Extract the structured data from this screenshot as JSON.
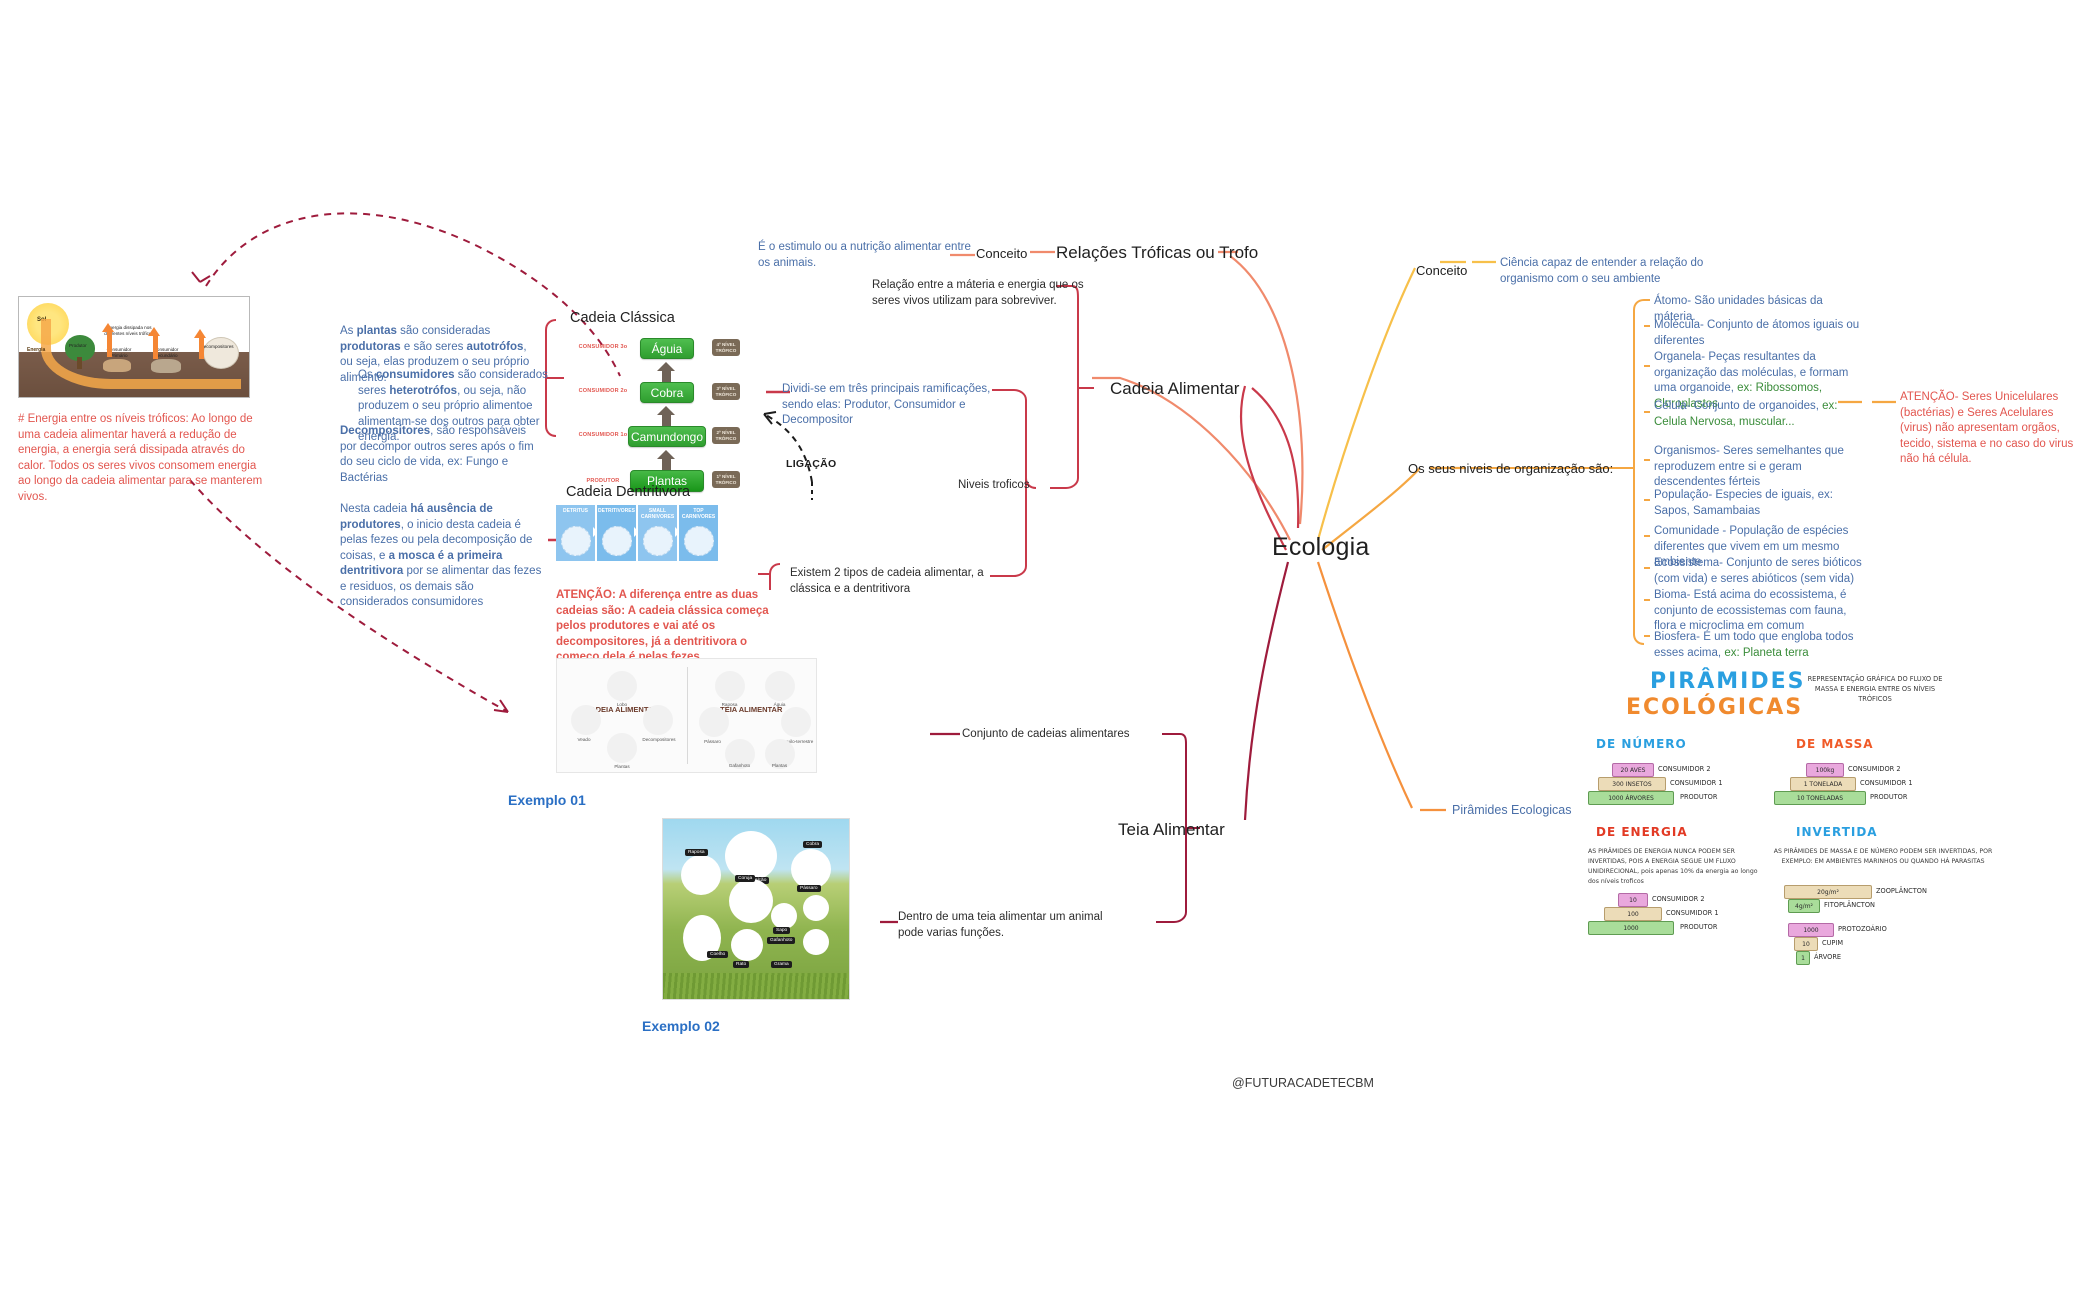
{
  "center": {
    "title": "Ecologia"
  },
  "footer": {
    "handle": "@FUTURACADETECBM"
  },
  "branches": {
    "relacoes_troficas": {
      "label": "Relações Tróficas ou Trofo",
      "conceito_label": "Conceito",
      "conceito_text": "É o estimulo ou a nutrição alimentar entre os animais."
    },
    "cadeia_alimentar": {
      "label": "Cadeia Alimentar",
      "definition": "Relação entre a máteria e energia que os seres vivos utilizam para sobreviver.",
      "niveis_troficos_label": "Niveis troficos",
      "ramificacoes": "Dividi-se em três principais ramificações, sendo elas: Produtor, Consumidor e Decompositor",
      "dois_tipos": "Existem 2 tipos de cadeia alimentar, a clássica e a dentritivora"
    },
    "teia_alimentar": {
      "label": "Teia Alimentar",
      "conjunto": "Conjunto de cadeias alimentares",
      "funcoes": "Dentro de uma teia alimentar um animal pode varias funções."
    },
    "conceito_ecologia": {
      "label": "Conceito",
      "text": "Ciência capaz de entender a relação do organismo com o seu ambiente"
    },
    "niveis_organizacao": {
      "label": "Os seus niveis de organização são:",
      "items": [
        {
          "text": "Átomo- São unidades básicas da máteria."
        },
        {
          "text": "Molécula- Conjunto de átomos iguais ou diferentes"
        },
        {
          "text": "Organela- Peças resultantes da organização das moléculas, e formam uma organoide, ",
          "ex": "ex: Ribossomos, Cloroplastos"
        },
        {
          "text": "Célula- Conjunto de organoides, ",
          "ex": "ex: Celula Nervosa, muscular..."
        },
        {
          "text": "Organismos- Seres semelhantes que reproduzem entre si e geram descendentes férteis"
        },
        {
          "text": "População- Especies de iguais, ex: Sapos, Samambaias"
        },
        {
          "text": "Comunidade - População de espécies diferentes que vivem em um mesmo ambiente"
        },
        {
          "text": "Ecossistema- Conjunto de seres bióticos (com vida) e seres abióticos (sem vida)"
        },
        {
          "text": "Bioma- Está acima do ecossistema, é conjunto de ecossistemas com fauna, flora e microclima em comum"
        },
        {
          "text": "Biosfera- É um todo que engloba todos esses acima, ",
          "ex": "ex: Planeta terra"
        }
      ],
      "atencao": "ATENÇÃO- Seres Unicelulares (bactérias) e Seres Acelulares (virus) não apresentam orgãos, tecido, sistema e no caso do virus não há célula."
    },
    "piramides": {
      "label": "Pirâmides Ecologicas"
    }
  },
  "left_notes": {
    "energia_niveis": "# Energia entre os níveis tróficos: Ao longo de uma cadeia alimentar haverá a redução de energia, a energia será dissipada através do calor. Todos os seres vivos consomem energia ao longo da cadeia alimentar para se manterem vivos.",
    "plantas": {
      "p1": "As ",
      "b1": "plantas",
      "p2": " são consideradas ",
      "b2": "produtoras",
      "p3": " e são seres ",
      "b3": "autotrófos",
      "p4": ", ou seja, elas produzem o seu próprio alimento."
    },
    "consumidores": {
      "p1": "Os ",
      "b1": "consumidores",
      "p2": " são considerados seres ",
      "b2": "heterotrófos",
      "p3": ", ou seja, não produzem o seu próprio alimentoe alimentam-se dos outros para obter energia."
    },
    "decompositores": {
      "b1": "Decompositores",
      "p1": ", são responsáveis por decompor outros seres após o fim do seu ciclo de vida, ex: Fungo e Bactérias"
    },
    "dentritivora": {
      "p1": "Nesta cadeia ",
      "b1": "há ausência de produtores",
      "p2": ", o inicio desta cadeia é pelas fezes ou pela decomposição de coisas,  e ",
      "b2": "a mosca é a primeira dentritivora",
      "p3": " por se alimentar das fezes e residuos, os demais são considerados consumidores"
    },
    "atencao": "ATENÇÃO: A diferença entre as duas cadeias são: A cadeia clássica começa pelos produtores e vai até os decompositores, já a dentritivora o começo dela é pelas fezes.",
    "ligacao": "LIGAÇÃO"
  },
  "sections": {
    "cadeia_classica": "Cadeia Clássica",
    "cadeia_dentritivora": "Cadeia Dentritivora",
    "exemplo01": "Exemplo 01",
    "exemplo02": "Exemplo 02"
  },
  "classic_chain": {
    "levels": [
      {
        "role": "CONSUMIDOR 3o",
        "organism": "Águia",
        "trophic": "4º NÍVEL TRÓFICO"
      },
      {
        "role": "CONSUMIDOR 2o",
        "organism": "Cobra",
        "trophic": "3º NÍVEL TRÓFICO"
      },
      {
        "role": "CONSUMIDOR 1o",
        "organism": "Camundongo",
        "trophic": "2º NÍVEL TRÓFICO"
      },
      {
        "role": "PRODUTOR",
        "organism": "Plantas",
        "trophic": "1º NÍVEL TRÓFICO"
      }
    ]
  },
  "detritivore_chain": {
    "cells": [
      "DETRITUS",
      "DETRITIVORES",
      "SMALL CARNIVORES",
      "TOP CARNIVORES"
    ]
  },
  "example01": {
    "left_title": "CADEIA ALIMENTAR",
    "left_nodes": [
      "Lobo",
      "Decompositores",
      "Plantas",
      "Veado"
    ],
    "right_title": "TEIA ALIMENTAR",
    "right_nodes": [
      "Raposa",
      "Águia",
      "Esquilo-terrestre",
      "Plantas",
      "Gafanhoto",
      "Pássaro"
    ]
  },
  "example02": {
    "nodes": [
      "Falcão",
      "Cobra",
      "Raposa",
      "Coruja",
      "Pássaro",
      "Sapo",
      "Gafanhoto",
      "Coelho",
      "Rato",
      "Grama"
    ]
  },
  "energy_image": {
    "sun": "Sol",
    "energy": "Energia",
    "dissipated": "Energia dissipada nos diferentes níveis tróficos",
    "labels": [
      "Produtor",
      "Consumidor Primário",
      "Consumidor Secundário",
      "Decompositores"
    ]
  },
  "pyramids": {
    "title_line1": "PIRÂMIDES",
    "title_line2": "ECOLÓGICAS",
    "description": "REPRESENTAÇÃO GRÁFICA DO FLUXO DE MASSA E ENERGIA ENTRE OS NÍVEIS TRÓFICOS",
    "de_numero": {
      "heading": "DE NÚMERO",
      "rows": [
        {
          "value": "20 AVES",
          "label": "CONSUMIDOR 2",
          "color": "pink"
        },
        {
          "value": "300 INSETOS",
          "label": "CONSUMIDOR 1",
          "color": "tan"
        },
        {
          "value": "1000 ÁRVORES",
          "label": "PRODUTOR",
          "color": "green"
        }
      ]
    },
    "de_massa": {
      "heading": "DE MASSA",
      "rows": [
        {
          "value": "100kg",
          "label": "CONSUMIDOR 2",
          "color": "pink"
        },
        {
          "value": "1 TONELADA",
          "label": "CONSUMIDOR 1",
          "color": "tan"
        },
        {
          "value": "10 TONELADAS",
          "label": "PRODUTOR",
          "color": "green"
        }
      ]
    },
    "de_energia": {
      "heading": "DE ENERGIA",
      "note": "AS PIRÂMIDES DE ENERGIA NUNCA PODEM SER INVERTIDAS, POIS A ENERGIA SEGUE UM FLUXO UNIDIRECIONAL, pois apenas 10% da energia ao longo dos níveis troficos",
      "rows": [
        {
          "value": "10",
          "label": "CONSUMIDOR 2",
          "color": "pink"
        },
        {
          "value": "100",
          "label": "CONSUMIDOR 1",
          "color": "tan"
        },
        {
          "value": "1000",
          "label": "PRODUTOR",
          "color": "green"
        }
      ]
    },
    "invertida": {
      "heading": "INVERTIDA",
      "note": "AS PIRÂMIDES DE MASSA E DE NÚMERO PODEM SER INVERTIDAS, POR EXEMPLO: EM AMBIENTES MARINHOS OU QUANDO HÁ PARASITAS",
      "group1": [
        {
          "value": "20g/m²",
          "label": "ZOOPLÂNCTON",
          "color": "tan"
        },
        {
          "value": "4g/m²",
          "label": "FITOPLÂNCTON",
          "color": "green"
        }
      ],
      "group2": [
        {
          "value": "1000",
          "label": "PROTOZOÁRIO",
          "color": "pink"
        },
        {
          "value": "10",
          "label": "CUPIM",
          "color": "tan"
        },
        {
          "value": "1",
          "label": "ÁRVORE",
          "color": "green"
        }
      ]
    }
  },
  "colors": {
    "crimson": "#9e1b3c",
    "red": "#c9394a",
    "salmon": "#f08a6c",
    "orange": "#f5a742",
    "amber": "#f7c04a",
    "blue_text": "#4a6fa8",
    "green_text": "#3a8c3a",
    "red_text": "#e2564f"
  }
}
